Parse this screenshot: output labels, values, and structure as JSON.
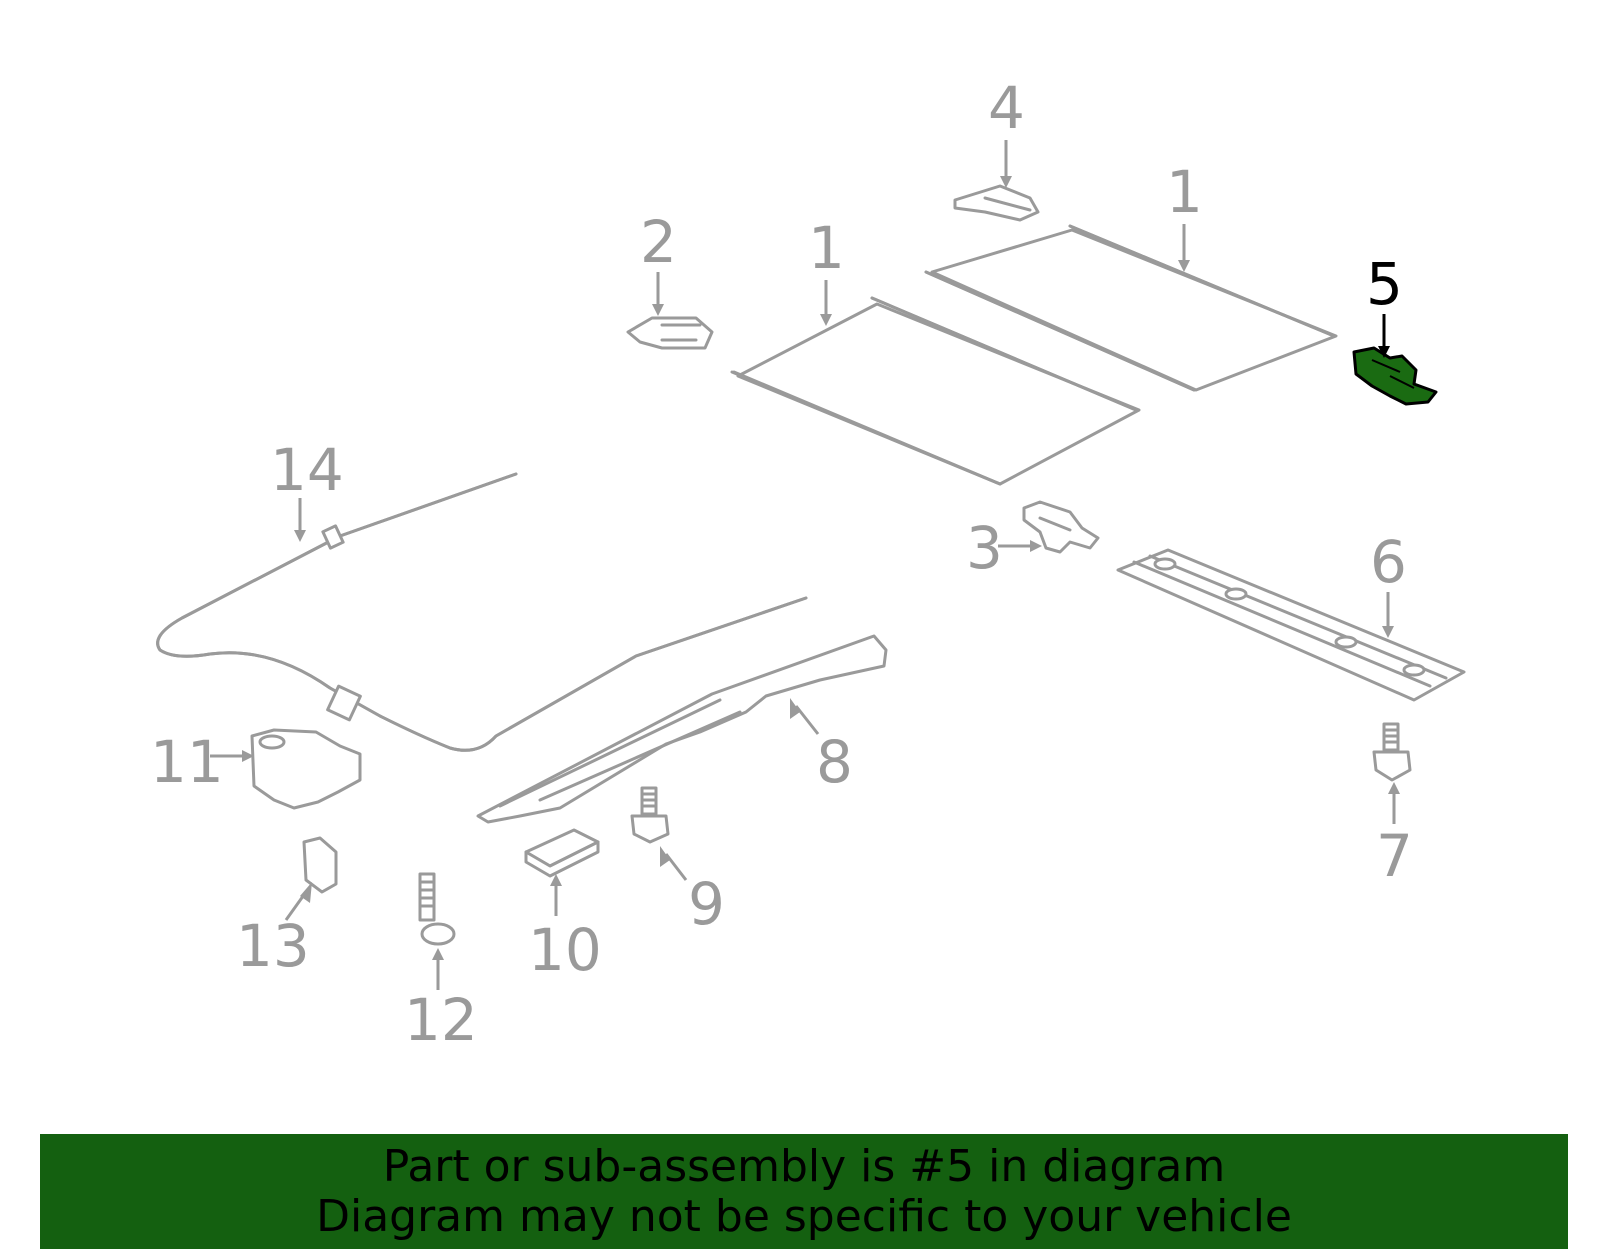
{
  "diagram": {
    "highlight_color": "#1a6b12",
    "callouts": [
      "1",
      "1",
      "2",
      "3",
      "4",
      "5",
      "6",
      "7",
      "8",
      "9",
      "10",
      "11",
      "12",
      "13",
      "14"
    ],
    "highlighted_callout": "5"
  },
  "banner": {
    "line1": "Part or sub-assembly is #5 in diagram",
    "line2": "Diagram may not be specific to your vehicle",
    "background": "#146010"
  }
}
